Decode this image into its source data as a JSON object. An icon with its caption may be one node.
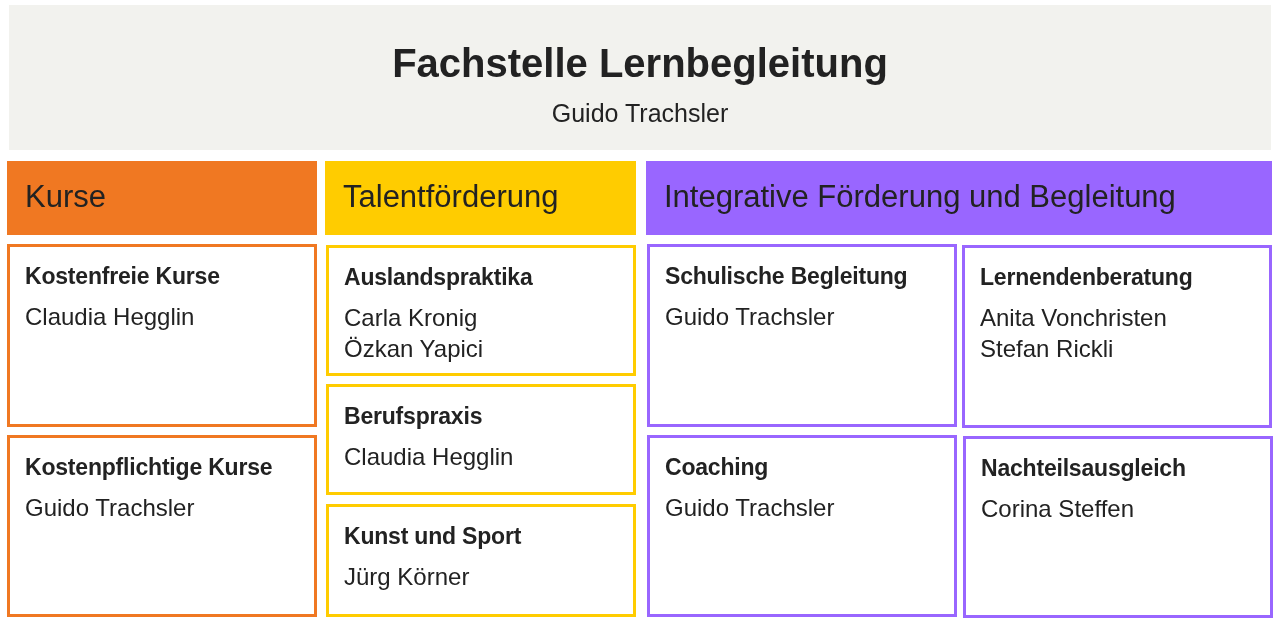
{
  "diagram": {
    "nodes": [
      {
        "text": [
          "Fachstelle Lernbegleitung",
          "Guido Trachsler"
        ]
      },
      {
        "text": [
          "Kurse"
        ]
      },
      {
        "text": [
          "Talentförderung"
        ]
      },
      {
        "text": [
          "Integrative Förderung und Begleitung"
        ]
      },
      {
        "text": [
          "Kostenfreie Kurse",
          "Claudia Hegglin"
        ]
      },
      {
        "text": [
          "Auslandspraktika",
          "Carla Kronig",
          "Özkan Yapici"
        ]
      },
      {
        "text": [
          "Schulische Begleitung",
          "Guido Trachsler"
        ]
      },
      {
        "text": [
          "Lernendenberatung",
          "Anita Vonchristen",
          "Stefan Rickli"
        ]
      },
      {
        "text": [
          "Berufspraxis",
          "Claudia Hegglin"
        ]
      },
      {
        "text": [
          "Kostenpflichtige Kurse",
          "Guido Trachsler"
        ]
      },
      {
        "text": [
          "Kunst und Sport",
          "Jürg Körner"
        ]
      },
      {
        "text": [
          "Coaching",
          "Guido Trachsler"
        ]
      },
      {
        "text": [
          "Nachteilsausgleich",
          "Corina Steffen"
        ]
      }
    ]
  }
}
